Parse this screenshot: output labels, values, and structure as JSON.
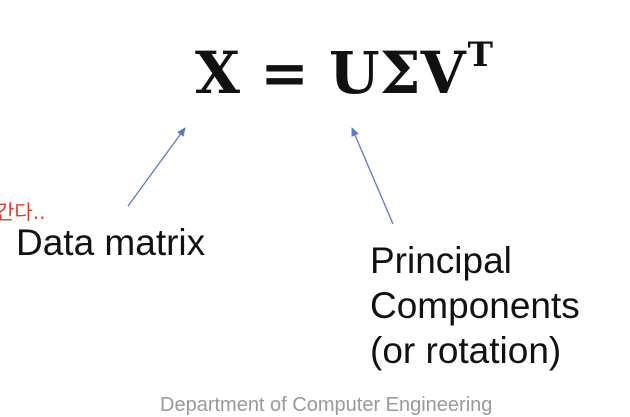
{
  "equation": {
    "lhs": "X",
    "equals": "=",
    "rhs": "UΣV",
    "superscript": "T"
  },
  "annotation": "간다..",
  "labels": {
    "data_matrix": "Data matrix",
    "principal_components": [
      "Principal",
      "Components",
      "(or rotation)"
    ]
  },
  "footer": "Department of Computer Engineering",
  "colors": {
    "arrow": "#5b7bbf",
    "annotation": "#e23b2e",
    "text": "#111111"
  }
}
